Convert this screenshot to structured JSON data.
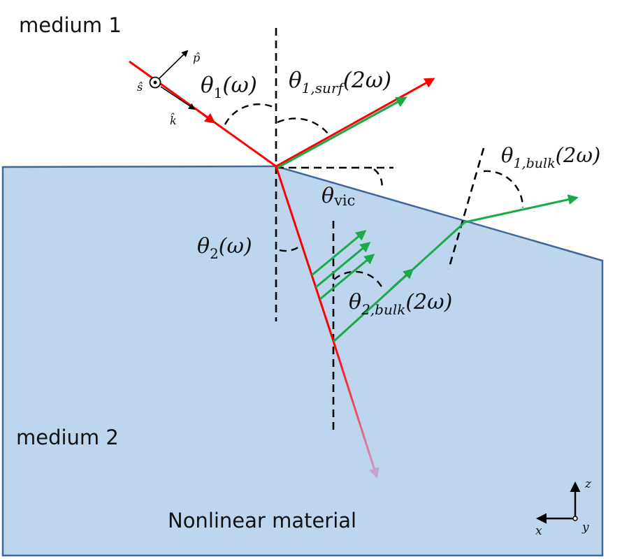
{
  "colors": {
    "medium2_fill": "#bdd6ee",
    "medium2_border": "#41669a",
    "fundamental_beam": "#ff0000",
    "fundamental_beam_fade": "#c9a3c9",
    "shg_beam": "#1aaa4a",
    "guide_lines": "#000000"
  },
  "labels": {
    "medium1": "medium 1",
    "medium2": "medium 2",
    "material": "Nonlinear material"
  },
  "angles": {
    "theta1_omega": {
      "symbol": "θ",
      "sub": "1",
      "arg": "(ω)"
    },
    "theta1_surf": {
      "symbol": "θ",
      "sub": "1,surf",
      "arg": "(2ω)"
    },
    "theta1_bulk": {
      "symbol": "θ",
      "sub": "1,bulk",
      "arg": "(2ω)"
    },
    "theta_vic": {
      "symbol": "θ",
      "sub": "vic"
    },
    "theta2_omega": {
      "symbol": "θ",
      "sub": "2",
      "arg": "(ω)"
    },
    "theta2_bulk": {
      "symbol": "θ",
      "sub": "2,bulk",
      "arg": "(2ω)"
    }
  },
  "polarization": {
    "s_hat": "ŝ",
    "p_hat": "p̂",
    "k_hat": "k̂"
  },
  "axes": {
    "z": "z",
    "x": "x",
    "y": "y"
  }
}
